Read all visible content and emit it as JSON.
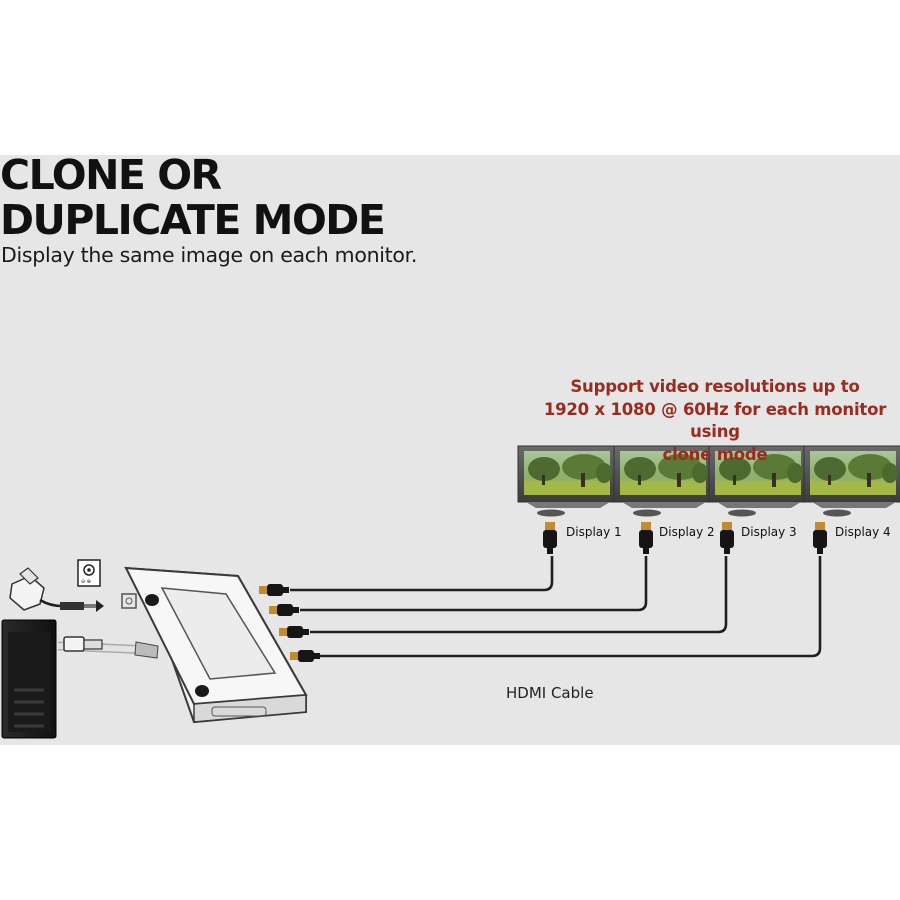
{
  "heading": {
    "line1": "CLONE OR",
    "line2": "DUPLICATE MODE",
    "subtitle": "Display the same image on each monitor."
  },
  "support_note": {
    "lines": [
      "Support video resolutions up to",
      "1920 x 1080 @ 60Hz for each monitor using",
      "clone mode"
    ],
    "color": "#9b2a1f"
  },
  "displays": [
    {
      "label": "Display 1"
    },
    {
      "label": "Display 2"
    },
    {
      "label": "Display 3"
    },
    {
      "label": "Display 4"
    }
  ],
  "cable_label": "HDMI Cable",
  "colors": {
    "panel": "#e6e6e6",
    "cable": "#1f1f1f",
    "hub_body": "#f2f2f2"
  },
  "icons": [
    "power-adapter-icon",
    "dc-in-port-icon",
    "laptop-icon",
    "usb-plug-icon",
    "hdmi-plug-icon",
    "monitor-icon"
  ]
}
